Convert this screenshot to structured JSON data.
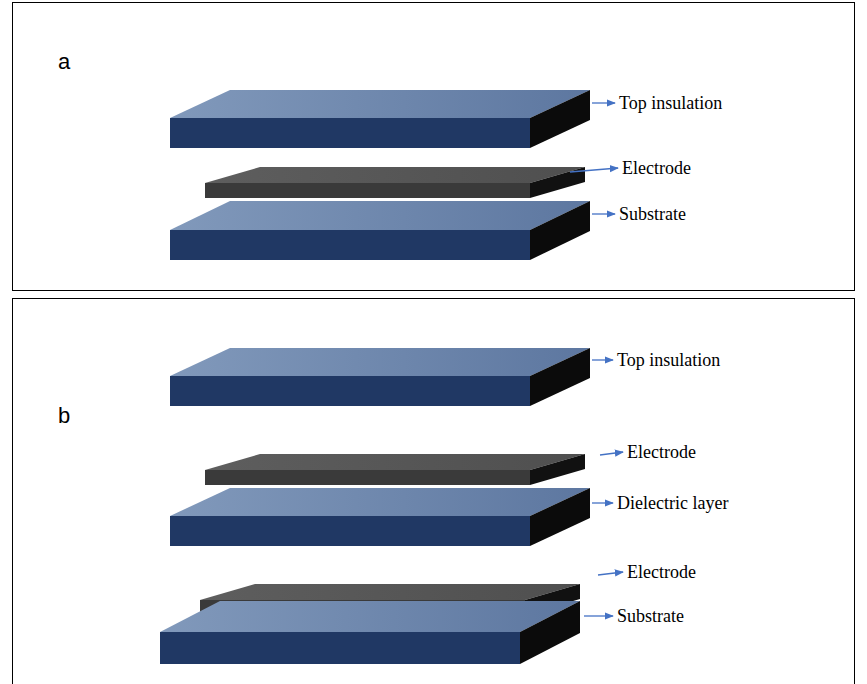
{
  "diagram": {
    "labels": [
      "a",
      "Top insulation",
      "Electrode",
      "Substrate",
      "b",
      "Top insulation",
      "Electrode",
      "Dielectric layer",
      "Electrode",
      "Substrate"
    ]
  }
}
